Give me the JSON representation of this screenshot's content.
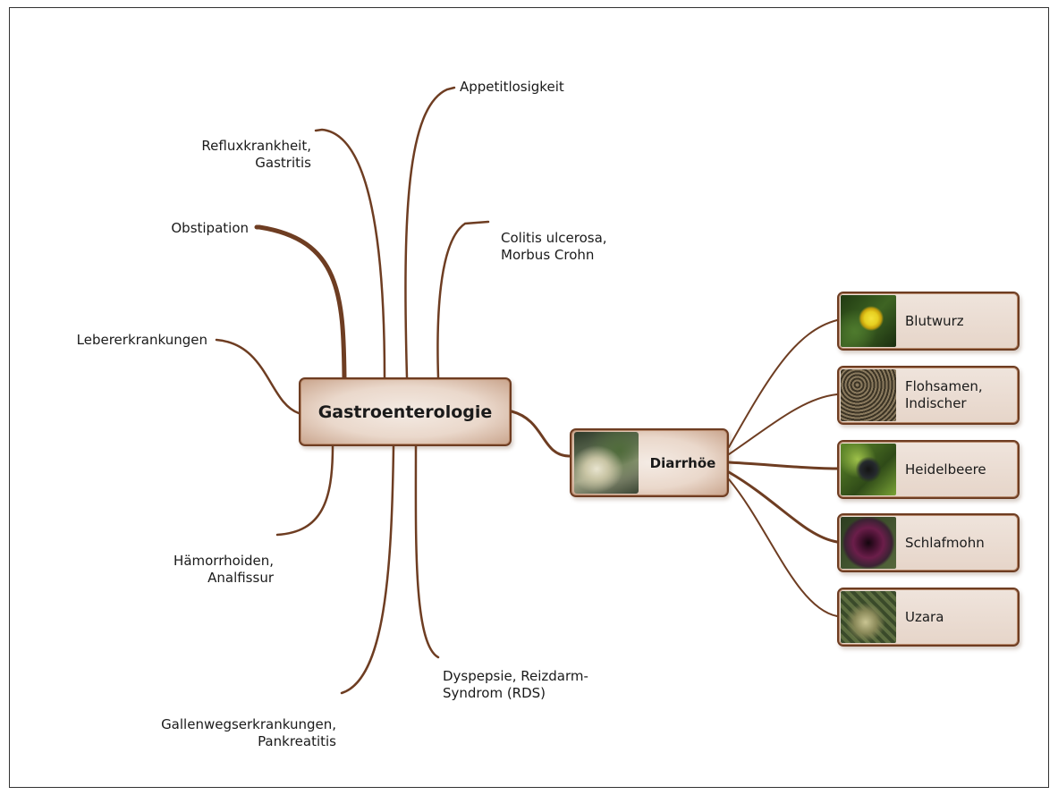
{
  "diagram": {
    "central": "Gastroenterologie",
    "branches": [
      "Appetitlosigkeit",
      "Refluxkrankheit,\nGastritis",
      "Colitis ulcerosa,\nMorbus Crohn",
      "Obstipation",
      "Lebererkrankungen",
      "Hämorrhoiden,\nAnalfissur",
      "Dyspepsie, Reizdarm-\nSyndrom (RDS)",
      "Gallenwegserkrankungen,\nPankreatitis"
    ],
    "focus_branch": "Diarrhöe",
    "herbs": [
      {
        "name": "Blutwurz",
        "photo": "blutwurz-photo"
      },
      {
        "name": "Flohsamen,\nIndischer",
        "photo": "flohsamen-photo"
      },
      {
        "name": "Heidelbeere",
        "photo": "heidelbeere-photo"
      },
      {
        "name": "Schlafmohn",
        "photo": "schlafmohn-photo"
      },
      {
        "name": "Uzara",
        "photo": "uzara-photo"
      }
    ]
  },
  "colors": {
    "line": "#6e3d22",
    "node_border": "#6e3d22",
    "node_fill": "#ead8cb"
  }
}
